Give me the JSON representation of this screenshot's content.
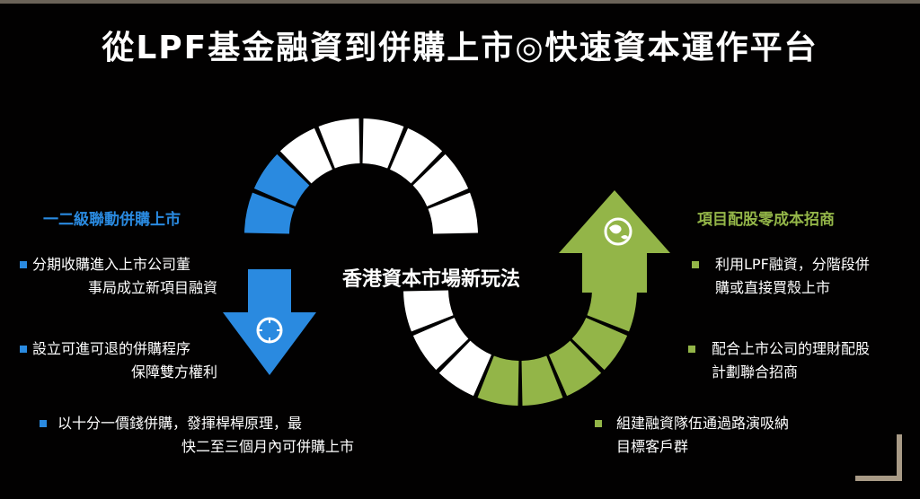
{
  "title": "從LPF基金融資到併購上市◎快速資本運作平台",
  "center_label": "香港資本市場新玩法",
  "left": {
    "heading": "一二級聯動併購上市",
    "bullets": [
      {
        "line1": "分期收購進入上市公司董",
        "line2": "事局成立新項目融資"
      },
      {
        "line1": "設立可進可退的併購程序",
        "line2": "保障雙方權利"
      },
      {
        "line1": "以十分一價錢併購，發揮桿桿原理，最",
        "line2": "快二至三個月內可併購上市"
      }
    ]
  },
  "right": {
    "heading": "項目配股零成本招商",
    "bullets": [
      {
        "line1": "利用LPF融資，分階段併",
        "line2": "購或直接買殼上市"
      },
      {
        "line1": "配合上市公司的理財配股",
        "line2": "計劃聯合招商"
      },
      {
        "line1": "組建融資隊伍通過路演吸納",
        "line2": "目標客戶群"
      }
    ]
  },
  "colors": {
    "blue": "#2a8ae0",
    "green": "#93b548",
    "white": "#ffffff",
    "background": "#000000"
  },
  "icons": {
    "left_arrow_icon": "compass-icon",
    "right_arrow_icon": "globe-icon"
  }
}
